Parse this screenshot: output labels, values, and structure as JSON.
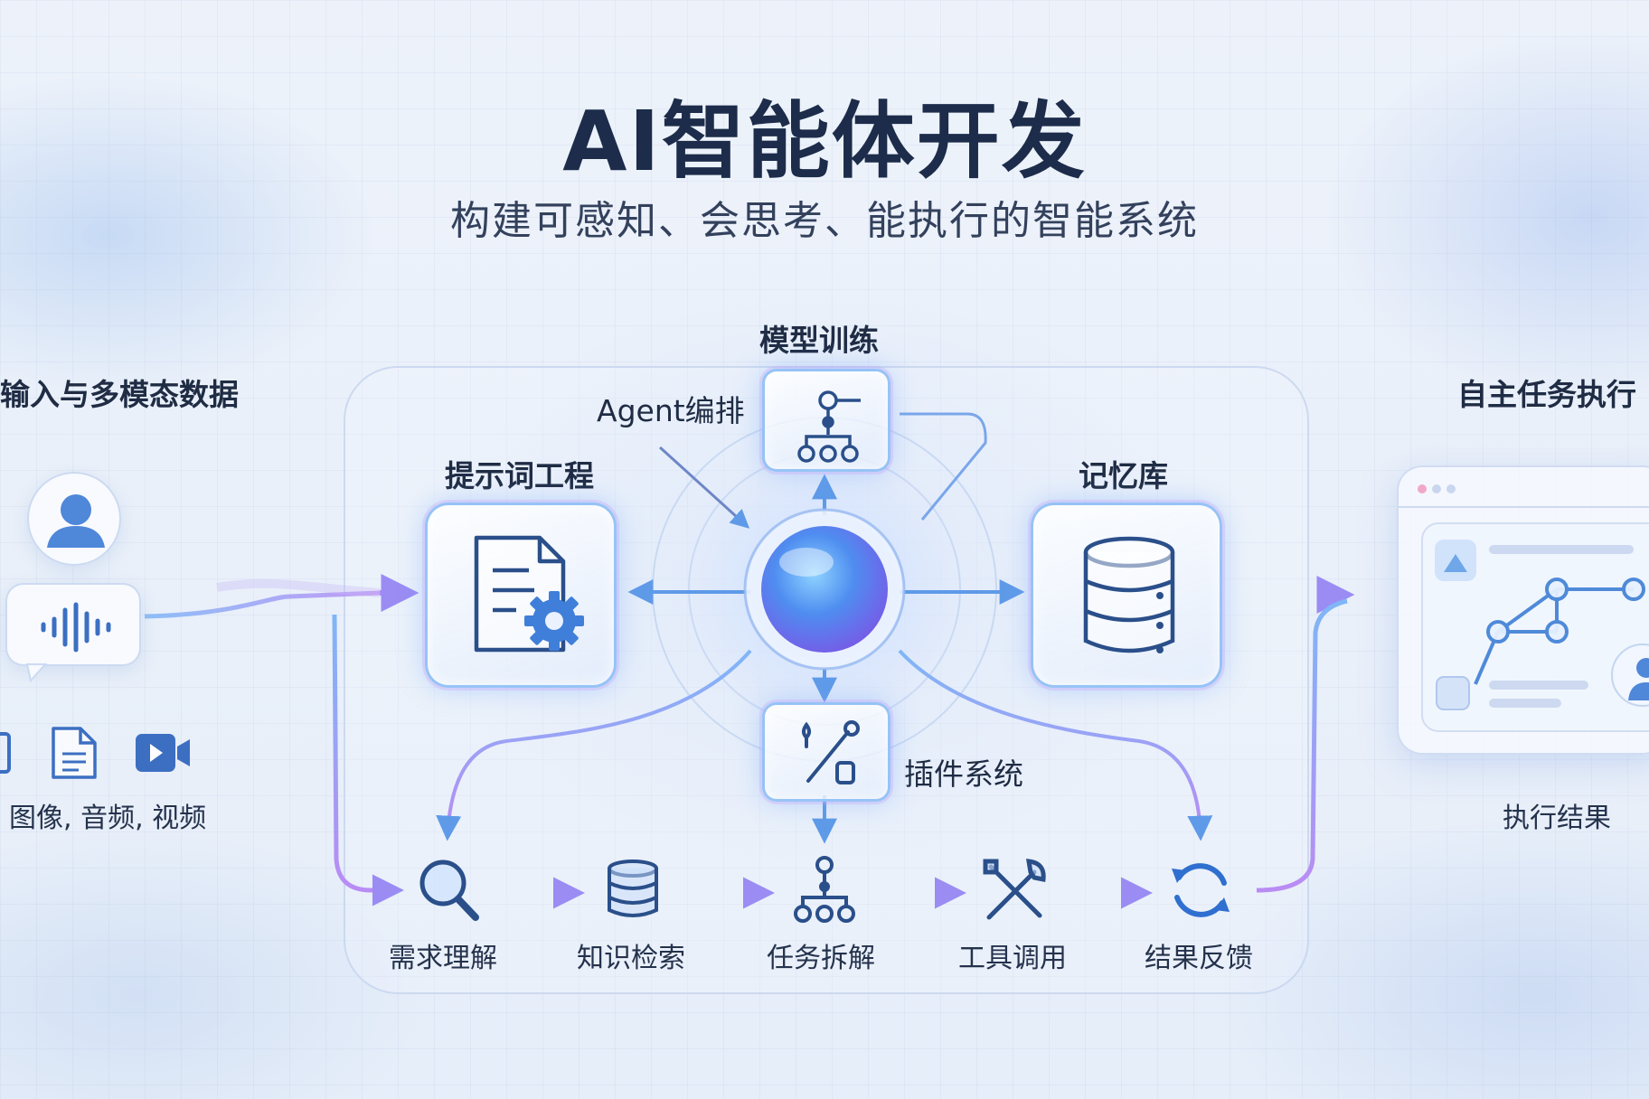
{
  "header": {
    "title": "AI智能体开发",
    "subtitle": "构建可感知、会思考、能执行的智能系统"
  },
  "left": {
    "heading": "输入与多模态数据",
    "media_caption": "图像, 音频, 视频"
  },
  "right": {
    "heading": "自主任务执行",
    "result_caption": "执行结果"
  },
  "center": {
    "model_training": "模型训练",
    "agent_orchestration": "Agent编排",
    "prompt_engineering": "提示词工程",
    "memory": "记忆库",
    "plugin_system": "插件系统"
  },
  "pipeline": [
    {
      "label": "需求理解",
      "icon": "magnifier-icon"
    },
    {
      "label": "知识检索",
      "icon": "database-icon"
    },
    {
      "label": "任务拆解",
      "icon": "hierarchy-icon"
    },
    {
      "label": "工具调用",
      "icon": "tools-icon"
    },
    {
      "label": "结果反馈",
      "icon": "refresh-icon"
    }
  ],
  "colors": {
    "title": "#1c2c4a",
    "icon_blue": "#2a4f8a",
    "arrow_blue": "#6aa8f5",
    "arrow_purple": "#b28cf5",
    "core_gradient_start": "#5fb6ff",
    "core_gradient_end": "#8a62f0"
  }
}
